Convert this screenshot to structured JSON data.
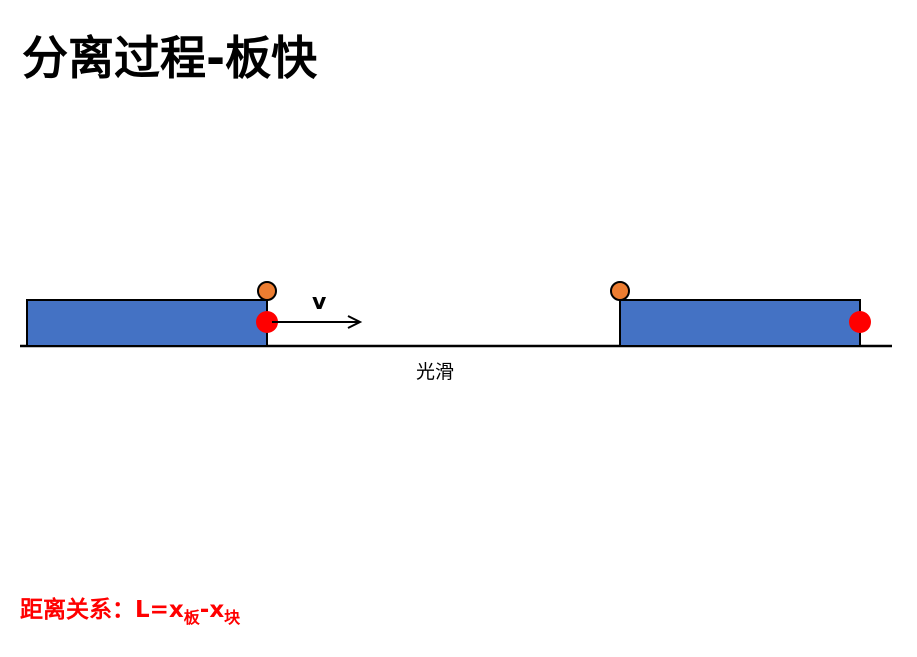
{
  "title": "分离过程-板快",
  "labels": {
    "velocity": "v",
    "surface": "光滑"
  },
  "relation": {
    "prefix": "距离关系：",
    "formula_start": "L=x",
    "sub_board": "板",
    "minus": "-x",
    "sub_block": "块"
  },
  "colors": {
    "board_fill": "#4472c4",
    "block_fill": "#ed7d31",
    "marker": "#ff0000",
    "formula": "#ff0000"
  }
}
